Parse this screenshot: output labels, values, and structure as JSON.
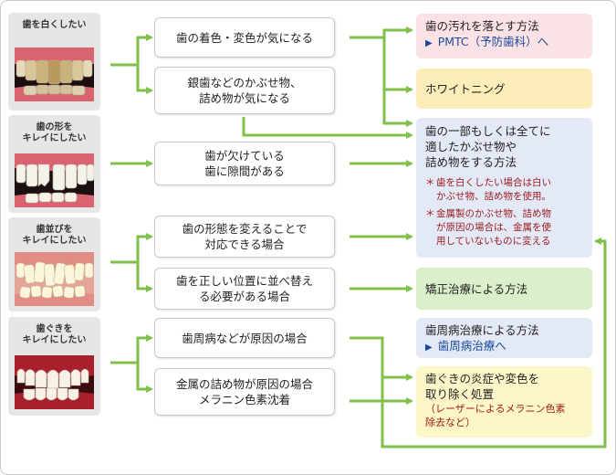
{
  "problems": [
    {
      "title": "歯を白くしたい"
    },
    {
      "title": "歯の形を\nキレイにしたい"
    },
    {
      "title": "歯並びを\nキレイにしたい"
    },
    {
      "title": "歯ぐきを\nキレイにしたい"
    }
  ],
  "conditions": [
    "歯の着色・変色が気になる",
    "銀歯などのかぶせ物、\n詰め物が気になる",
    "歯が欠けている\n歯に隙間がある",
    "歯の形態を変えることで\n対応できる場合",
    "歯を正しい位置に並べ替え\nる必要がある場合",
    "歯周病などが原因の場合",
    "金属の詰め物が原因の場合\nメラニン色素沈着"
  ],
  "results": {
    "stain_removal": {
      "title": "歯の汚れを落とす方法",
      "link": "PMTC（予防歯科）へ"
    },
    "whitening": {
      "title": "ホワイトニング"
    },
    "crown": {
      "title": "歯の一部もしくは全てに\n適したかぶせ物や\n詰め物をする方法",
      "notes": [
        "歯を白くしたい場合は白い\nかぶせ物、詰め物を使用。",
        "金属製のかぶせ物、詰め物\nが原因の場合は、金属を使\n用していないものに変える"
      ]
    },
    "ortho": {
      "title": "矯正治療による方法"
    },
    "perio": {
      "title": "歯周病治療による方法",
      "link": "歯周病治療へ"
    },
    "gum": {
      "title": "歯ぐきの炎症や変色を\n取り除く処置",
      "sub": "（レーザーによるメラニン色素\n除去など）"
    }
  },
  "symbols": {
    "asterisk": "＊",
    "link_triangle": "▶"
  },
  "colors": {
    "arrow": "#7fbf4a",
    "link": "#1a4a9c",
    "note": "#9b1a1a"
  }
}
